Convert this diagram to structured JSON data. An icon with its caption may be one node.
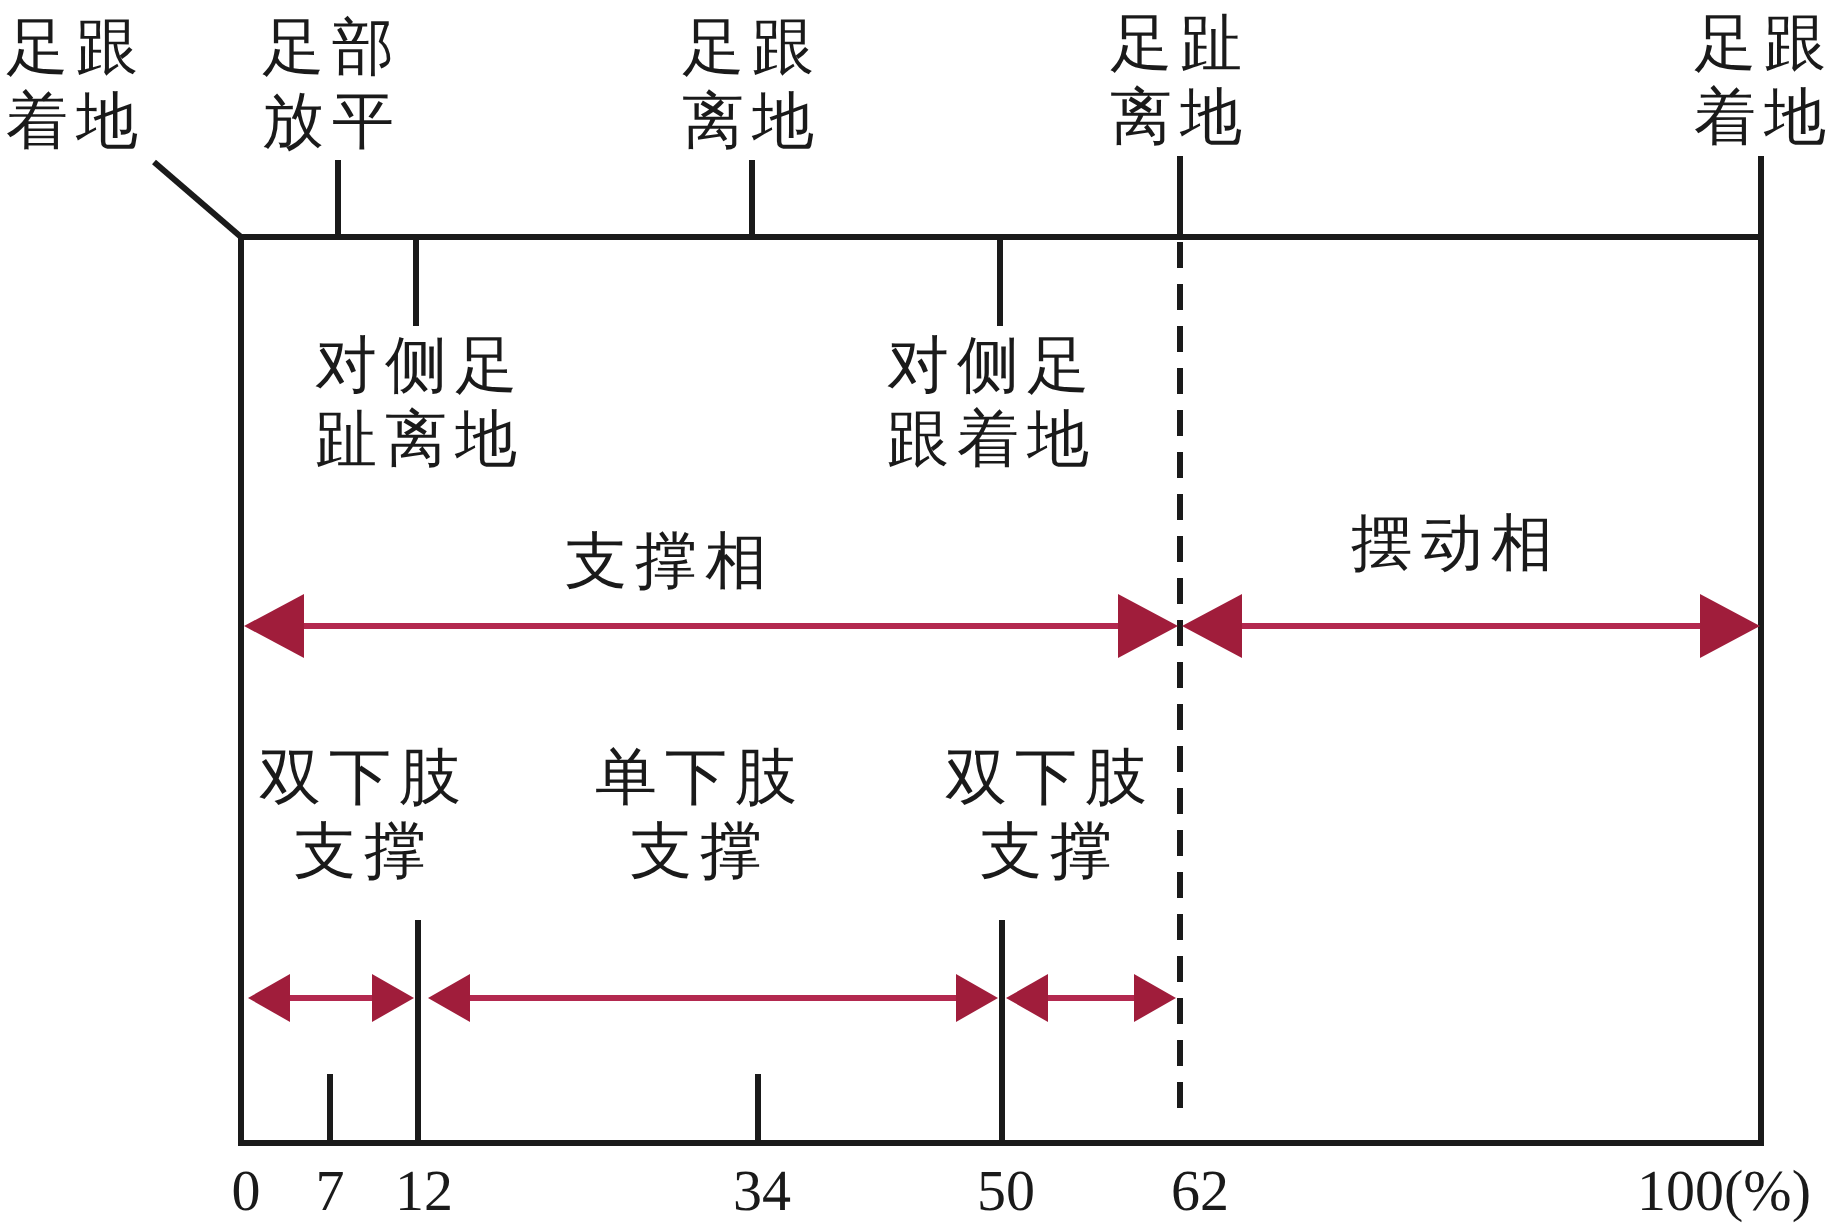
{
  "diagram": {
    "nodes": [
      {
        "text": [
          "足跟着地"
        ]
      },
      {
        "text": [
          "足部放平"
        ]
      },
      {
        "text": [
          "足跟离地"
        ]
      },
      {
        "text": [
          "足趾离地"
        ]
      },
      {
        "text": [
          "足跟着地"
        ]
      },
      {
        "text": [],
        "shape": "box"
      },
      {
        "text": [
          "对侧足趾离地"
        ],
        "in": 5
      },
      {
        "text": [
          "对侧足跟着地"
        ],
        "in": 5
      }
    ],
    "edges": [
      {
        "from": 0,
        "to": 5,
        "arrow": "none"
      },
      {
        "from": 1,
        "to": 5,
        "arrow": "none"
      },
      {
        "from": 2,
        "to": 5,
        "arrow": "none"
      },
      {
        "from": 3,
        "to": 5,
        "arrow": "none"
      },
      {
        "from": 4,
        "to": 5,
        "arrow": "none"
      },
      {
        "from": 6,
        "to": 5,
        "arrow": "none"
      },
      {
        "from": 7,
        "to": 5,
        "arrow": "none"
      }
    ],
    "labels": [
      "支撑相",
      "摆动相",
      "双下肢支撑",
      "单下肢支撑",
      "双下肢支撑",
      "0",
      "7",
      "12",
      "34",
      "50",
      "62",
      "100(%)"
    ]
  }
}
